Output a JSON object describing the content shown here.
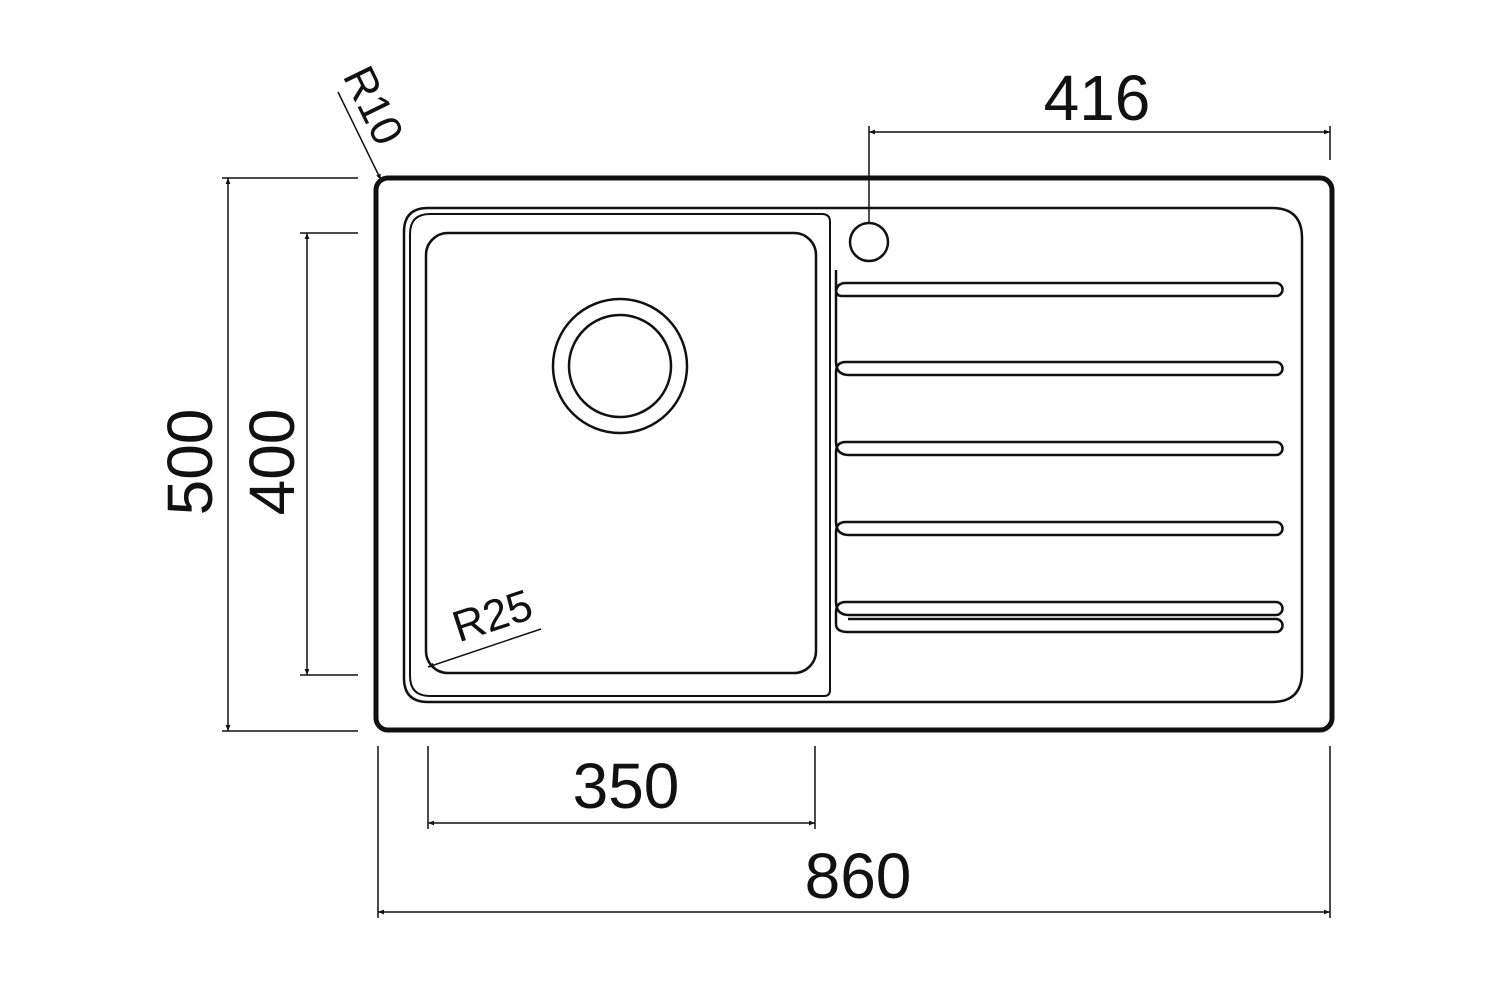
{
  "dimensions": {
    "top_tap_offset": "416",
    "total_height": "500",
    "bowl_height": "400",
    "bowl_width": "350",
    "total_width": "860",
    "outer_corner_radius": "R10",
    "bowl_corner_radius": "R25"
  },
  "colors": {
    "line": "#111111",
    "background": "#ffffff"
  }
}
